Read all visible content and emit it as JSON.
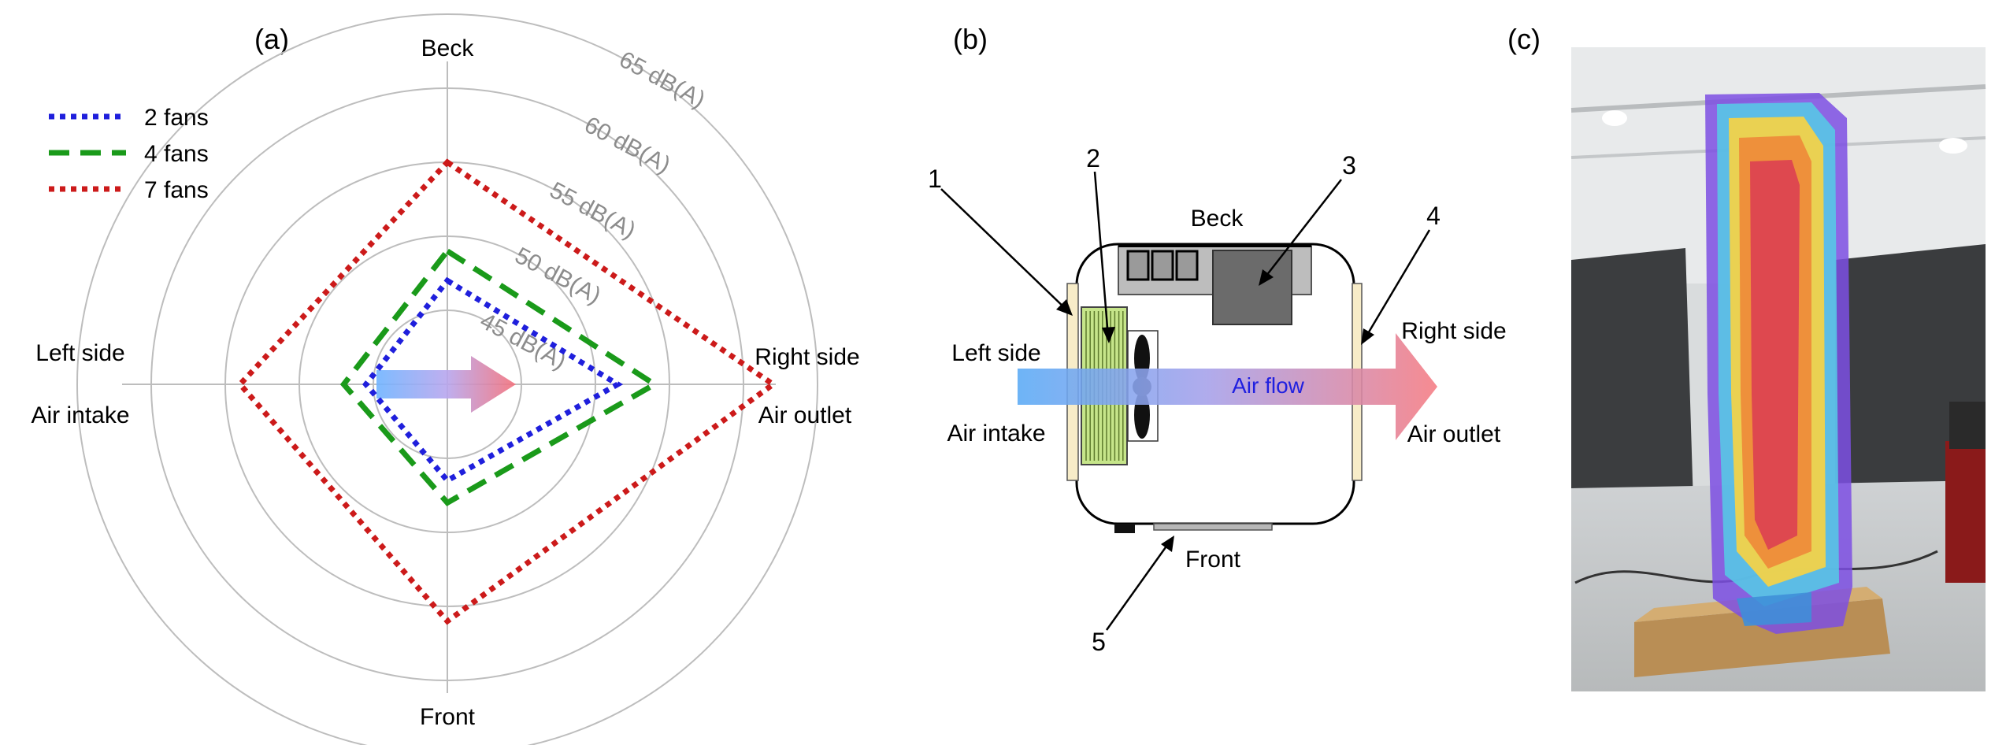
{
  "panels": {
    "a": {
      "label": "(a)"
    },
    "b": {
      "label": "(b)"
    },
    "c": {
      "label": "(c)"
    }
  },
  "chart_data": {
    "type": "radar",
    "directions": {
      "top": "Beck",
      "right": "Right side",
      "right_sub": "Air outlet",
      "bottom": "Front",
      "left": "Left side",
      "left_sub": "Air intake"
    },
    "ring_labels": [
      "45 dB(A)",
      "50 dB(A)",
      "55 dB(A)",
      "60 dB(A)",
      "65 dB(A)"
    ],
    "rings_db": [
      45,
      50,
      55,
      60,
      65
    ],
    "radial_range": [
      40,
      65
    ],
    "grid": true,
    "legend_position": "top-left",
    "series": [
      {
        "name": "2 fans",
        "color": "#1f1fdc",
        "style": "dotted",
        "values": {
          "back": 47,
          "right": 51.5,
          "front": 46.5,
          "left": 45.5
        }
      },
      {
        "name": "4 fans",
        "color": "#1a9a1a",
        "style": "dashed",
        "values": {
          "back": 49,
          "right": 54,
          "front": 48,
          "left": 47
        }
      },
      {
        "name": "7 fans",
        "color": "#cc1a1a",
        "style": "dotted",
        "values": {
          "back": 55,
          "right": 62,
          "front": 56,
          "left": 54
        }
      }
    ]
  },
  "diagram_b": {
    "top_label": "Beck",
    "bottom_label": "Front",
    "left_label": "Left side",
    "left_sub": "Air intake",
    "right_label": "Right side",
    "right_sub": "Air outlet",
    "flow_label": "Air flow",
    "callouts": [
      "1",
      "2",
      "3",
      "4",
      "5"
    ]
  }
}
